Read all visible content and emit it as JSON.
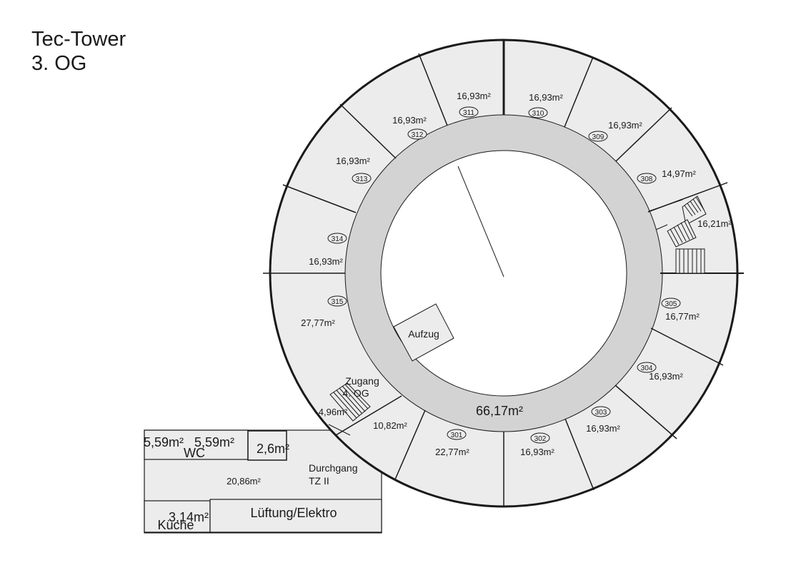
{
  "header": {
    "title_line1": "Tec-Tower",
    "title_line2": "3. OG"
  },
  "colors": {
    "room_fill": "#ececec",
    "corridor_fill": "#d3d3d3",
    "line": "#1a1a1a",
    "atrium": "#ffffff"
  },
  "rooms": [
    {
      "number": "310",
      "area": "16,93m²"
    },
    {
      "number": "311",
      "area": "16,93m²"
    },
    {
      "number": "309",
      "area": "16,93m²"
    },
    {
      "number": "312",
      "area": "16,93m²"
    },
    {
      "number": "308",
      "area": "14,97m²"
    },
    {
      "number": "313",
      "area": "16,93m²"
    },
    {
      "number": "314",
      "area": "16,93m²"
    },
    {
      "number": "315",
      "area": "27,77m²"
    },
    {
      "number": "305",
      "area": "16,77m²"
    },
    {
      "number": "304",
      "area": "16,93m²"
    },
    {
      "number": "303",
      "area": "16,93m²"
    },
    {
      "number": "302",
      "area": "16,93m²"
    },
    {
      "number": "301",
      "area": "22,77m²"
    }
  ],
  "stair_area": "16,21m²",
  "corridor_area": "66,17m²",
  "elevator_label": "Aufzug",
  "access": {
    "line1": "Zugang",
    "line2": "4. OG",
    "area": "4,96m²"
  },
  "unnumbered_area": "10,82m²",
  "annex": {
    "wc_area_1": "5,59m²",
    "wc_area_2": "5,59m²",
    "wc_label": "WC",
    "small_room_area": "2,6m²",
    "hall_area": "20,86m²",
    "passage_line1": "Durchgang",
    "passage_line2": "TZ II",
    "kitchen_area": "3,14m²",
    "kitchen_label": "Küche",
    "tech_label": "Lüftung/Elektro"
  }
}
